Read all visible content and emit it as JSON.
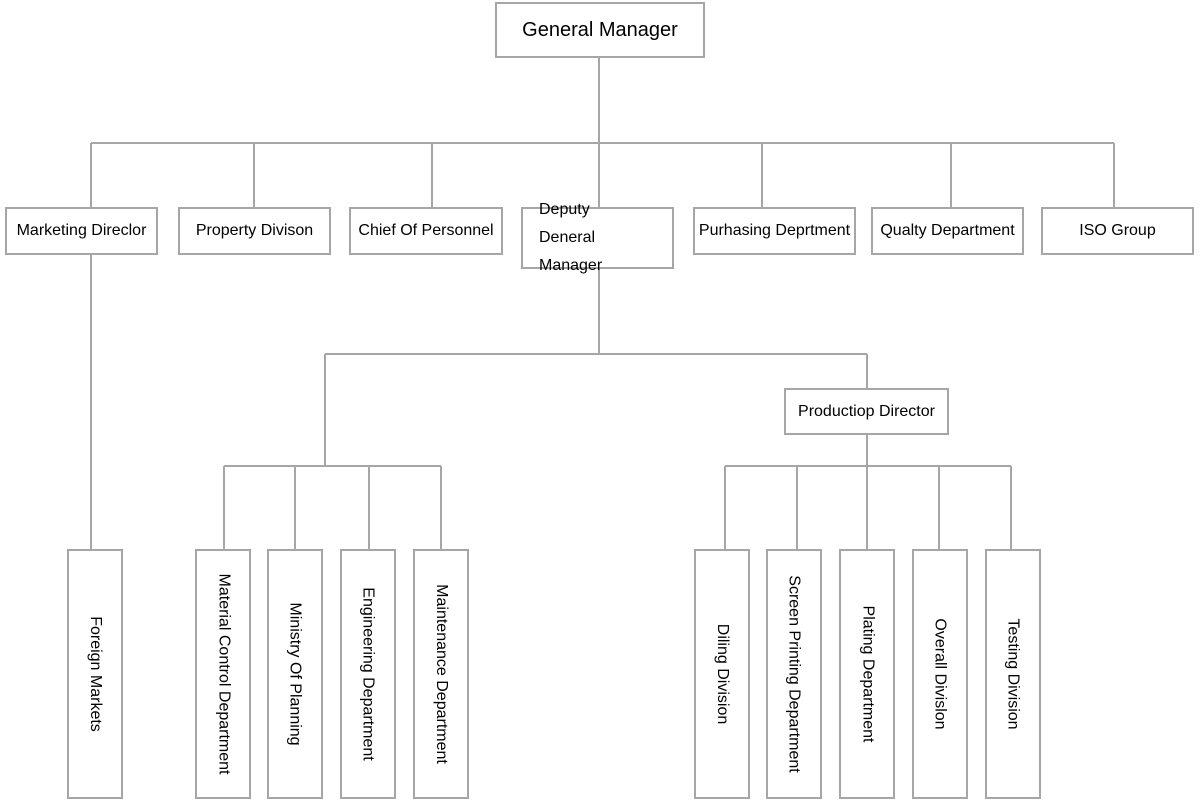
{
  "general_manager": "General Manager",
  "level2": [
    "Marketing Direclor",
    "Property Divison",
    "Chief Of Personnel",
    "Deputy Deneral Manager",
    "Purhasing Deprtment",
    "Qualty Department",
    "ISO Group"
  ],
  "production_director": "Productiop Director",
  "marketing_children": [
    "Foreign Markets"
  ],
  "deputy_children": [
    "Material Control Department",
    "Ministry Of Planning",
    "Engineering Department",
    "Maintenance Department"
  ],
  "production_children": [
    "Diling Division",
    "Screen Printing Department",
    "Plating Department",
    "Overall Divislon",
    "Testing Division"
  ],
  "colors": {
    "line": "#a6a6a6",
    "box_border": "#a6a6a6",
    "text": "#000000"
  }
}
